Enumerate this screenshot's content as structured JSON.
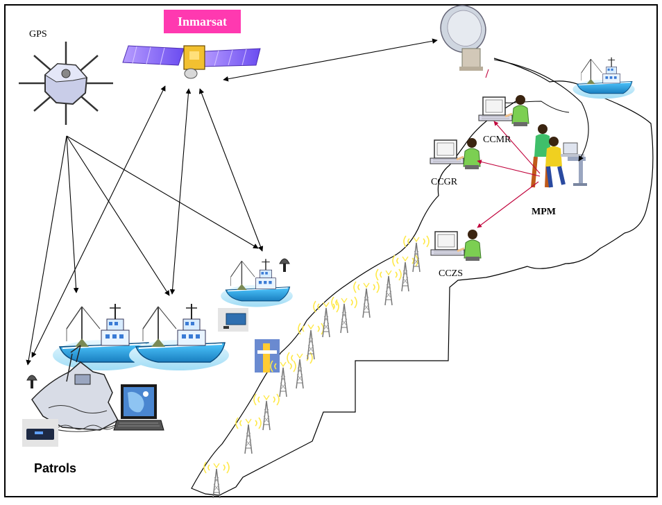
{
  "labels": {
    "inmarsat": "Inmarsat",
    "gps": "GPS",
    "ccmr": "CCMR",
    "ccgr": "CCGR",
    "mpm": "MPM",
    "cczs": "CCZS",
    "patrols": "Patrols"
  },
  "colors": {
    "frame": "#000000",
    "inmarsat_badge": "#ff39b0",
    "link_arrow": "#000000",
    "network_link": "#c0003a",
    "ship_hull": "#2fb0e8",
    "water": "#bfe8f8",
    "antenna_signal": "#ffee44",
    "solar_panel": "#7a5cff"
  },
  "icons": [
    "gps-satellite-icon",
    "inmarsat-satellite-icon",
    "ground-station-dish-icon",
    "fishing-vessel-icon",
    "operator-workstation-icon",
    "supervisors-icon",
    "antenna-tower-icon",
    "radar-mast-icon",
    "patrol-ship-icon",
    "vms-terminal-icon",
    "laptop-map-icon",
    "gps-antenna-icon"
  ]
}
